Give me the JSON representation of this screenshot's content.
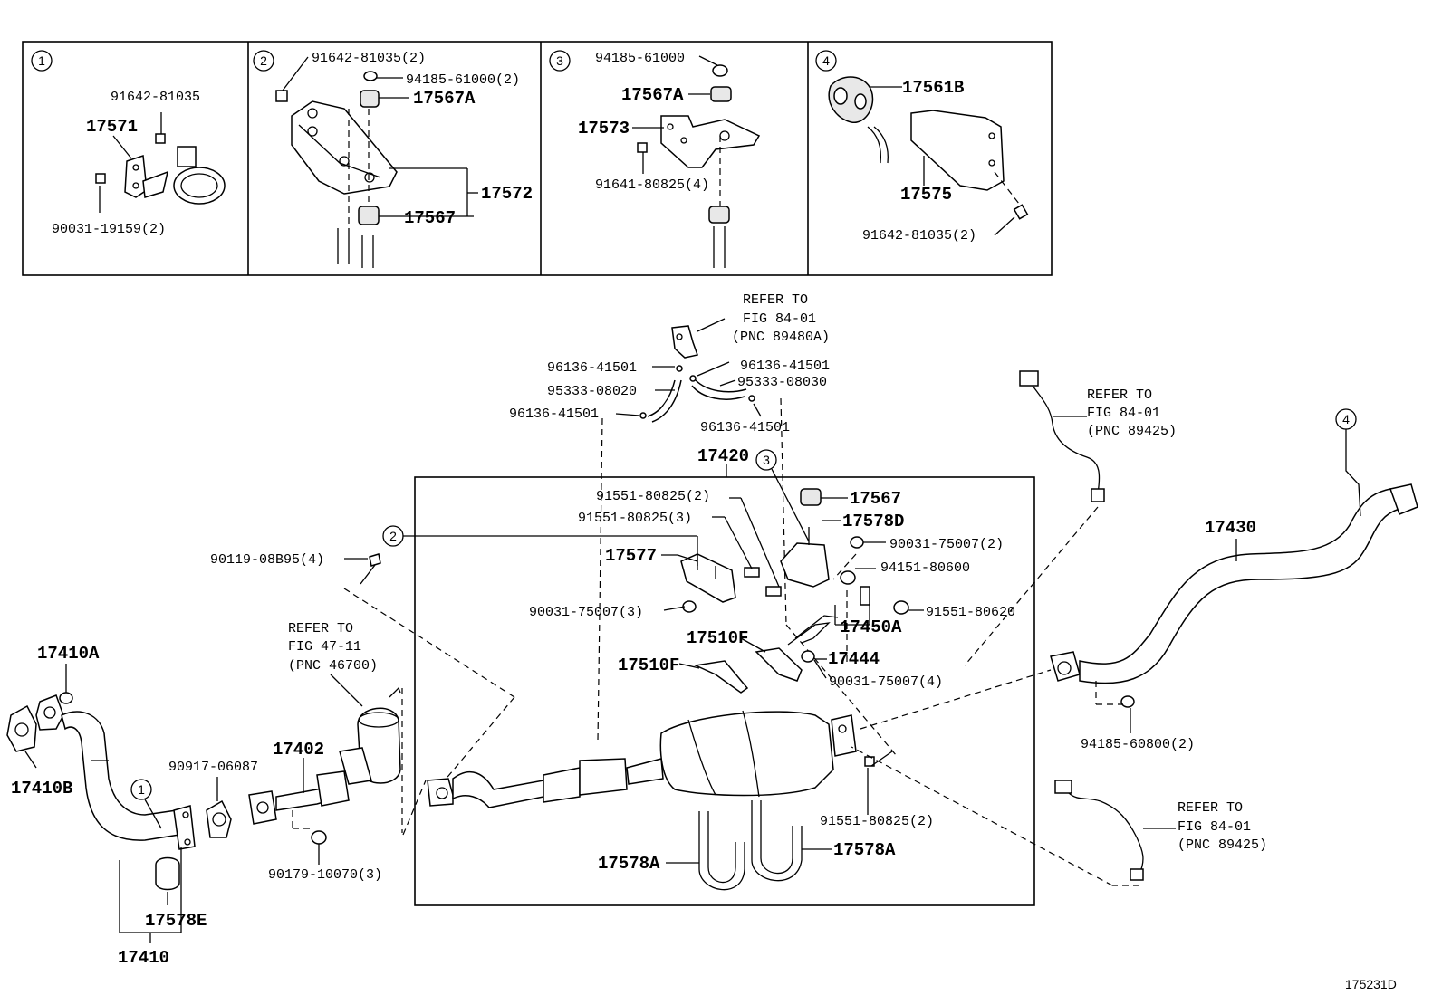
{
  "insets": {
    "labels": {
      "i1_91642": "91642-81035",
      "i1_17571": "17571",
      "i1_90031": "90031-19159(2)",
      "i2_91642": "91642-81035(2)",
      "i2_94185": "94185-61000(2)",
      "i2_17567A": "17567A",
      "i2_17572": "17572",
      "i2_17567": "17567",
      "i3_94185": "94185-61000",
      "i3_17567A": "17567A",
      "i3_17573": "17573",
      "i3_91641": "91641-80825(4)",
      "i4_17561B": "17561B",
      "i4_17575": "17575",
      "i4_91642": "91642-81035(2)"
    },
    "numbers": [
      "1",
      "2",
      "3",
      "4"
    ]
  },
  "main": {
    "labels": {
      "refer_top_1": "REFER TO",
      "refer_top_2": "FIG 84-01",
      "refer_top_3": "(PNC 89480A)",
      "p96136_a": "96136-41501",
      "p96136_b": "96136-41501",
      "p95333_08020": "95333-08020",
      "p95333_08030": "95333-08030",
      "p96136_c": "96136-41501",
      "p96136_d": "96136-41501",
      "refer_right_1": "REFER TO",
      "refer_right_2": "FIG 84-01",
      "refer_right_3": "(PNC 89425)",
      "p17420": "17420",
      "p91551_2": "91551-80825(2)",
      "p91551_3": "91551-80825(3)",
      "p17567": "17567",
      "p17578D": "17578D",
      "p17430": "17430",
      "p90119": "90119-08B95(4)",
      "p17577": "17577",
      "p90031_2": "90031-75007(2)",
      "p94151": "94151-80600",
      "p90031_3": "90031-75007(3)",
      "p91551_80620": "91551-80620",
      "p17450A": "17450A",
      "refer_left_1": "REFER TO",
      "refer_left_2": "FIG 47-11",
      "refer_left_3": "(PNC 46700)",
      "p17510F_a": "17510F",
      "p17510F_b": "17510F",
      "p17444": "17444",
      "p90031_4": "90031-75007(4)",
      "p17410A": "17410A",
      "p17402": "17402",
      "p90917": "90917-06087",
      "p94185_60800": "94185-60800(2)",
      "p17410B": "17410B",
      "p91551_2b": "91551-80825(2)",
      "refer_br_1": "REFER TO",
      "refer_br_2": "FIG 84-01",
      "refer_br_3": "(PNC 89425)",
      "p90179": "90179-10070(3)",
      "p17578A_a": "17578A",
      "p17578A_b": "17578A",
      "p17578E": "17578E",
      "p17410": "17410"
    },
    "callouts": [
      "3",
      "2",
      "1",
      "4"
    ]
  },
  "figure_id": "175231D"
}
